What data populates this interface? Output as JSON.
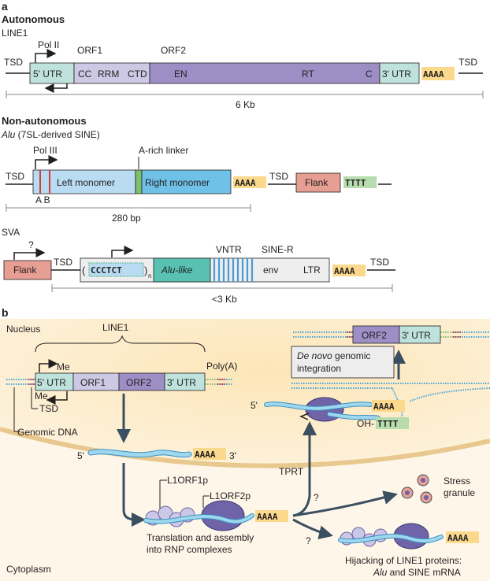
{
  "panel_a": {
    "letter": "a",
    "autonomous": {
      "heading": "Autonomous",
      "name": "LINE1",
      "tsd": "TSD",
      "pol": "Pol II",
      "orf1": "ORF1",
      "orf2": "ORF2",
      "utr5": "5' UTR",
      "cc": "CC",
      "rrm": "RRM",
      "ctd": "CTD",
      "en": "EN",
      "rt": "RT",
      "c": "C",
      "utr3": "3' UTR",
      "polya": "AAAA",
      "scale": "6 Kb"
    },
    "nonautonomous": {
      "heading": "Non-autonomous",
      "alu_title_italic": "Alu",
      "alu_title_rest": " (7SL-derived SINE)",
      "pol": "Pol III",
      "linker": "A-rich linker",
      "tsd": "TSD",
      "left": "Left monomer",
      "right": "Right monomer",
      "polya": "AAAA",
      "flank": "Flank",
      "tttt": "TTTT",
      "ab": "A B",
      "scale": "280 bp"
    },
    "sva": {
      "name": "SVA",
      "question": "?",
      "flank": "Flank",
      "tsd": "TSD",
      "paren_open": "(",
      "repeat": "CCCTCT",
      "paren_close": ")",
      "subscript": "n",
      "alu_like": "Alu-like",
      "vntr": "VNTR",
      "sine_r": "SINE-R",
      "env": "env",
      "ltr": "LTR",
      "polya": "AAAA",
      "scale": "<3 Kb"
    }
  },
  "panel_b": {
    "letter": "b",
    "nucleus": "Nucleus",
    "cytoplasm": "Cytoplasm",
    "line1": "LINE1",
    "me": "Me",
    "utr5": "5' UTR",
    "orf1": "ORF1",
    "orf2": "ORF2",
    "utr3": "3' UTR",
    "polya_label": "Poly(A)",
    "tsd": "TSD",
    "genomic": "Genomic DNA",
    "rna_5": "5'",
    "rna_polya": "AAAA",
    "rna_3": "3'",
    "l1orf1p": "L1ORF1p",
    "l1orf2p": "L1ORF2p",
    "rnp_polya": "AAAA",
    "translation": "Translation and assembly",
    "translation2": "into RNP complexes",
    "tprt": "TPRT",
    "q1": "?",
    "q2": "?",
    "tprt_5": "5'",
    "tprt_aaaa": "AAAA",
    "tprt_oh": "OH-",
    "tprt_tttt": "TTTT",
    "denovo_italic": "De novo",
    "denovo_rest": " genomic",
    "denovo2": "integration",
    "ins_orf2": "ORF2",
    "ins_utr3": "3' UTR",
    "stress": "Stress",
    "stress2": "granule",
    "hijack_polya": "AAAA",
    "hijack1": "Hijacking of LINE1 proteins:",
    "hijack2_italic": "Alu",
    "hijack2_rest": " and SINE mRNA"
  },
  "colors": {
    "utr": "#bfe3dc",
    "orf1": "#cdc8e3",
    "orf2": "#9d8fc6",
    "alu": "#b9dcf2",
    "alu_right": "#6fc1e8",
    "polya": "#fbd98c",
    "flank": "#e79e93",
    "tttt": "#b7dcae",
    "linker": "#7cc06f",
    "aluLike": "#58c1b2",
    "vntr": "#4a9ad4",
    "nucleus": "#fdeccb",
    "cytoplasm": "#fef7e9",
    "arrow": "#3a4f5f",
    "rna": "#9ed8ef",
    "protein1": "#cbc7e6",
    "protein2": "#6f64a8"
  }
}
